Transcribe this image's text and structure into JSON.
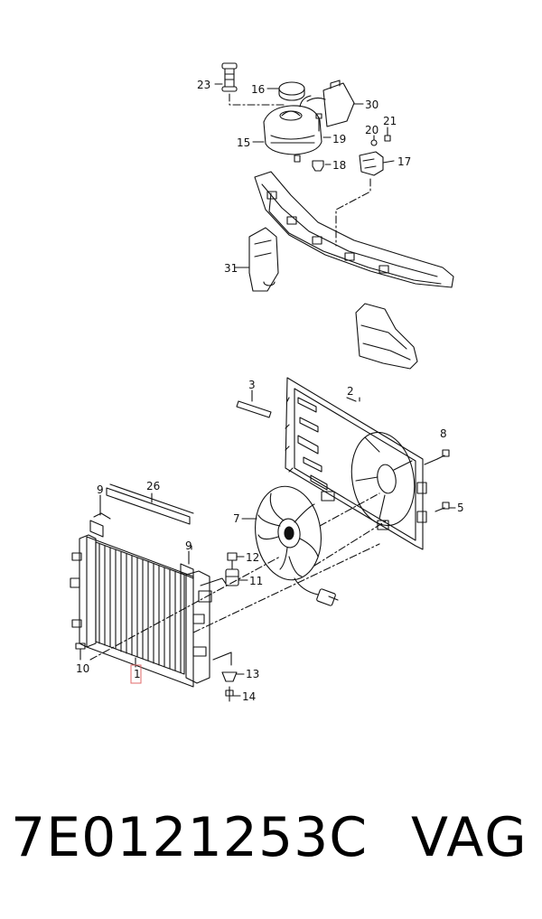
{
  "diagram": {
    "callouts": {
      "c1": "1",
      "c2": "2",
      "c3": "3",
      "c5": "5",
      "c7": "7",
      "c8": "8",
      "c9a": "9",
      "c9b": "9",
      "c10": "10",
      "c11": "11",
      "c12": "12",
      "c13": "13",
      "c14": "14",
      "c15": "15",
      "c16": "16",
      "c17": "17",
      "c18": "18",
      "c19": "19",
      "c20": "20",
      "c21": "21",
      "c23": "23",
      "c26": "26",
      "c30": "30",
      "c31": "31"
    },
    "highlight_color": "#e06a6a"
  },
  "footer": {
    "part_number": "7E0121253C",
    "brand": "VAG"
  }
}
